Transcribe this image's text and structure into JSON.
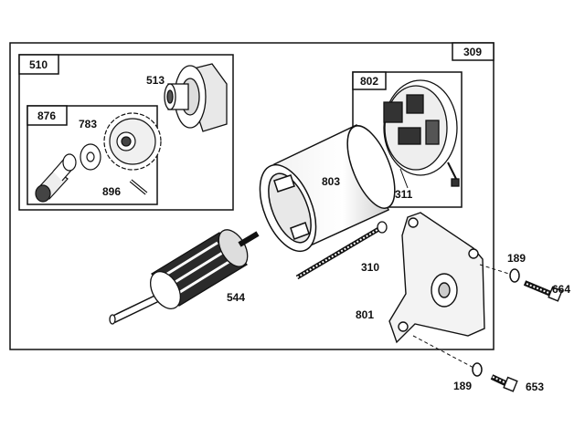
{
  "parts": {
    "p309": "309",
    "p510": "510",
    "p513": "513",
    "p876": "876",
    "p783": "783",
    "p896": "896",
    "p802": "802",
    "p311": "311",
    "p803": "803",
    "p544": "544",
    "p310": "310",
    "p801": "801",
    "p189a": "189",
    "p664": "664",
    "p189b": "189",
    "p653": "653"
  },
  "colors": {
    "ink": "#111111",
    "paper": "#ffffff",
    "shade": "#d9d9d9"
  }
}
